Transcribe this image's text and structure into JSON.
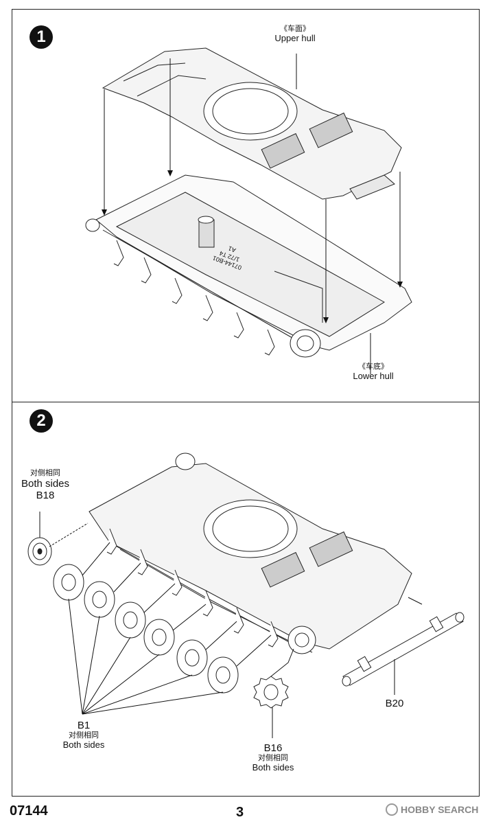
{
  "document": {
    "code": "07144",
    "page": "3",
    "watermark": "HOBBY SEARCH"
  },
  "step1": {
    "number": "1",
    "upper_hull_cn": "《车面》",
    "upper_hull_en": "Upper hull",
    "lower_hull_cn": "《车底》",
    "lower_hull_en": "Lower hull",
    "hull_marking_1": "07144-B01",
    "hull_marking_2": "1/72 T4",
    "hull_marking_3": "A1"
  },
  "step2": {
    "number": "2",
    "b18_cn": "对侧相同",
    "b18_en": "Both sides",
    "b18_part": "B18",
    "b1_part": "B1",
    "b1_cn": "对侧相同",
    "b1_en": "Both sides",
    "b16_part": "B16",
    "b16_cn": "对侧相同",
    "b16_en": "Both sides",
    "b20_part": "B20"
  }
}
